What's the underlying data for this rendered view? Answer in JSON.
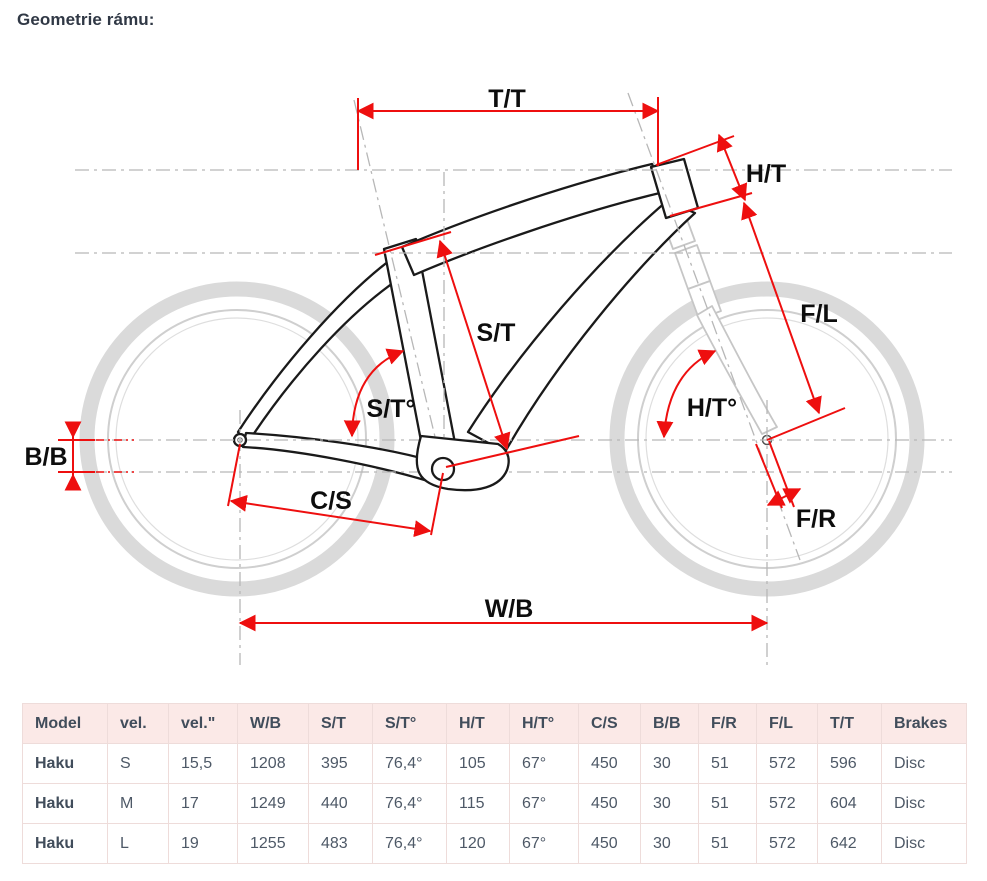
{
  "title": "Geometrie rámu:",
  "diagram": {
    "labels": {
      "tt": "T/T",
      "ht": "H/T",
      "fl": "F/L",
      "st": "S/T",
      "st_angle": "S/T°",
      "ht_angle": "H/T°",
      "bb": "B/B",
      "cs": "C/S",
      "fr": "F/R",
      "wb": "W/B"
    },
    "colors": {
      "dimension_red": "#ee0f0f",
      "construction_gray": "#b7b7b7",
      "frame_black": "#1a1a1a",
      "wheel_gray": "#dadada",
      "fork_gray": "#c6c6c6"
    }
  },
  "table": {
    "headers": [
      "Model",
      "vel.",
      "vel.\"",
      "W/B",
      "S/T",
      "S/T°",
      "H/T",
      "H/T°",
      "C/S",
      "B/B",
      "F/R",
      "F/L",
      "T/T",
      "Brakes"
    ],
    "rows": [
      {
        "cells": [
          "Haku",
          "S",
          "15,5",
          "1208",
          "395",
          "76,4°",
          "105",
          "67°",
          "450",
          "30",
          "51",
          "572",
          "596",
          "Disc"
        ]
      },
      {
        "cells": [
          "Haku",
          "M",
          "17",
          "1249",
          "440",
          "76,4°",
          "115",
          "67°",
          "450",
          "30",
          "51",
          "572",
          "604",
          "Disc"
        ]
      },
      {
        "cells": [
          "Haku",
          "L",
          "19",
          "1255",
          "483",
          "76,4°",
          "120",
          "67°",
          "450",
          "30",
          "51",
          "572",
          "642",
          "Disc"
        ]
      }
    ]
  }
}
